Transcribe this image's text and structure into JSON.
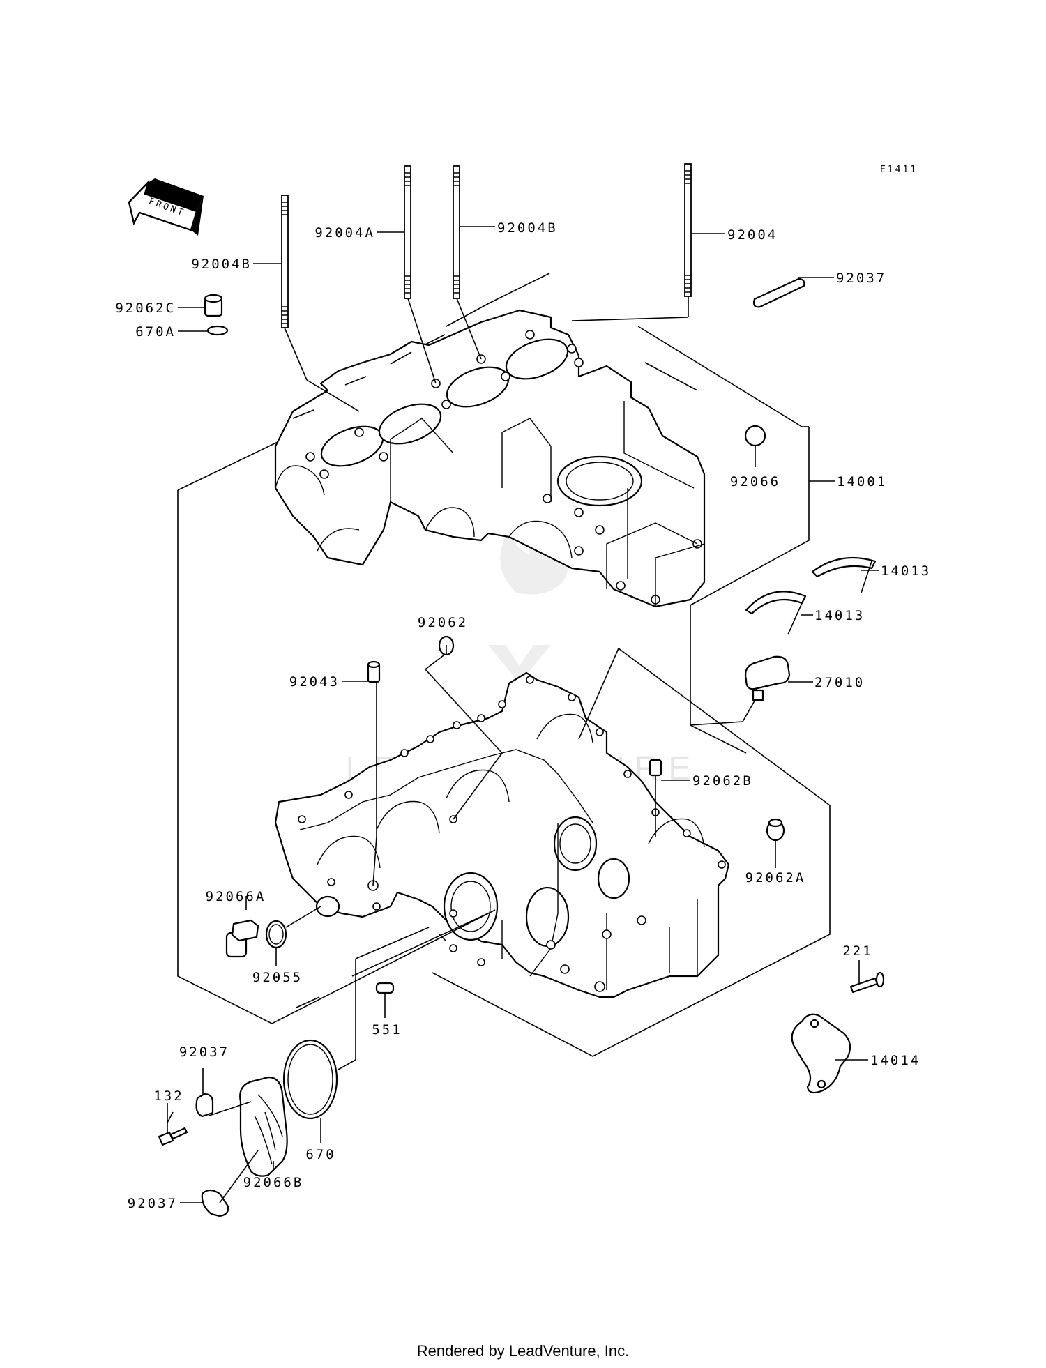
{
  "diagram": {
    "code": "E1411",
    "front_label": "FRONT",
    "watermark": "LEADVENTURE",
    "footer": "Rendered by LeadVenture, Inc.",
    "labels": {
      "p92004B_left": "92004B",
      "p92004A": "92004A",
      "p92004B_mid": "92004B",
      "p92004": "92004",
      "p92037_top": "92037",
      "p92062C": "92062C",
      "p670A": "670A",
      "p92066": "92066",
      "p14001": "14001",
      "p14013_a": "14013",
      "p14013_b": "14013",
      "p92062": "92062",
      "p92043": "92043",
      "p27010": "27010",
      "p92062B": "92062B",
      "p92062A": "92062A",
      "p92066A": "92066A",
      "p92055": "92055",
      "p551": "551",
      "p221": "221",
      "p14014": "14014",
      "p92037_mid": "92037",
      "p132": "132",
      "p670": "670",
      "p92037_bot": "92037",
      "p92066B": "92066B"
    }
  }
}
